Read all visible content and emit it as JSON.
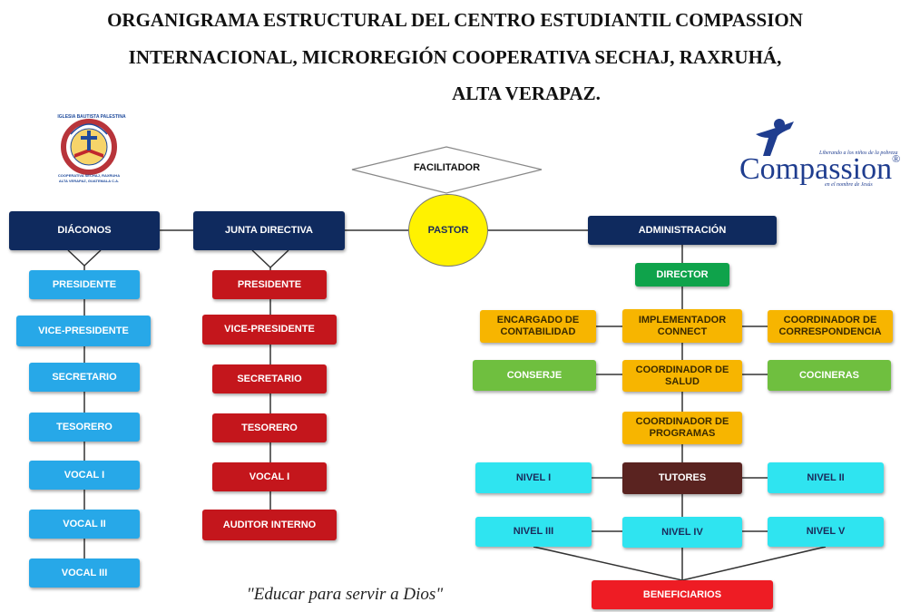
{
  "title": {
    "line1": "ORGANIGRAMA ESTRUCTURAL DEL CENTRO ESTUDIANTIL COMPASSION",
    "line2": "INTERNACIONAL, MICROREGIÓN COOPERATIVA SECHAJ, RAXRUHÁ,",
    "line3": "ALTA VERAPAZ."
  },
  "logo_left": {
    "ring_text": "IGLESIA BAUTISTA PALESTINA",
    "sub_text_1": "COOPERATIVA SECHAJ, RAXRUHA",
    "sub_text_2": "ALTA VERAPAZ, GUATEMALA C.A."
  },
  "logo_right": {
    "brand": "Compassion",
    "registered": "®",
    "tagline": "Liberando a los niños de la pobreza",
    "sub_tagline": "en el nombre de Jesús"
  },
  "top": {
    "facilitador": "FACILITADOR",
    "pastor": "PASTOR"
  },
  "diaconos": {
    "header": "DIÁCONOS",
    "items": [
      "PRESIDENTE",
      "VICE-PRESIDENTE",
      "SECRETARIO",
      "TESORERO",
      "VOCAL I",
      "VOCAL II",
      "VOCAL III"
    ]
  },
  "junta": {
    "header": "JUNTA DIRECTIVA",
    "items": [
      "PRESIDENTE",
      "VICE-PRESIDENTE",
      "SECRETARIO",
      "TESORERO",
      "VOCAL I",
      "AUDITOR INTERNO"
    ]
  },
  "admin": {
    "header": "ADMINISTRACIÓN",
    "director": "DIRECTOR",
    "implementador": "IMPLEMENTADOR CONNECT",
    "contabilidad": "ENCARGADO DE CONTABILIDAD",
    "correspondencia": "COORDINADOR DE CORRESPONDENCIA",
    "salud": "COORDINADOR DE SALUD",
    "conserje": "CONSERJE",
    "cocineras": "COCINERAS",
    "programas": "COORDINADOR DE PROGRAMAS",
    "tutores": "TUTORES",
    "nivel1": "NIVEL I",
    "nivel2": "NIVEL II",
    "nivel3": "NIVEL III",
    "nivel4": "NIVEL IV",
    "nivel5": "NIVEL V",
    "beneficiarios": "BENEFICIARIOS"
  },
  "motto": "\"Educar para servir a Dios\""
}
